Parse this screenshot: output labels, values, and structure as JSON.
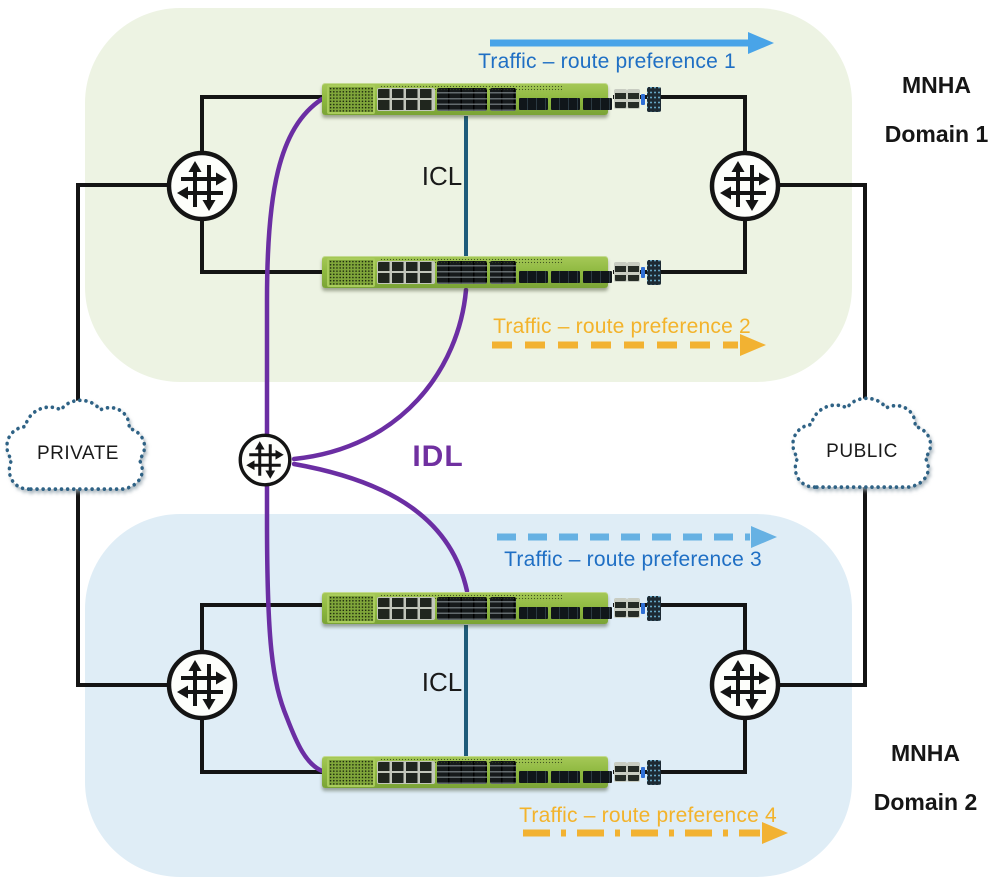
{
  "regions": {
    "domain1": {
      "name_line1": "MNHA",
      "name_line2": "Domain 1",
      "bg": "#edf3e3",
      "icl_label": "ICL"
    },
    "domain2": {
      "name_line1": "MNHA",
      "name_line2": "Domain 2",
      "bg": "#dfedf6",
      "icl_label": "ICL"
    }
  },
  "links": {
    "idl_label": "IDL",
    "idl_color": "#6b2ea3",
    "icl_color": "#1e5b7a",
    "line_color": "#141414"
  },
  "clouds": {
    "private": {
      "label": "PRIVATE"
    },
    "public": {
      "label": "PUBLIC"
    },
    "outline_color": "#2f6285"
  },
  "traffic_flows": [
    {
      "label": "Traffic – route preference 1",
      "text_color": "#1f6fc4",
      "arrow_color": "#49a4e8",
      "arrow_style": "solid"
    },
    {
      "label": "Traffic – route preference 2",
      "text_color": "#f3b32b",
      "arrow_color": "#f2b232",
      "arrow_style": "dashed"
    },
    {
      "label": "Traffic – route preference 3",
      "text_color": "#1f6fc4",
      "arrow_color": "#66b1e3",
      "arrow_style": "dashed"
    },
    {
      "label": "Traffic – route preference 4",
      "text_color": "#f3b32b",
      "arrow_color": "#f2b232",
      "arrow_style": "dash-dot"
    }
  ],
  "icons": {
    "router": "router-cross-arrows",
    "device": "rack-firewall-appliance",
    "cloud": "network-cloud"
  }
}
